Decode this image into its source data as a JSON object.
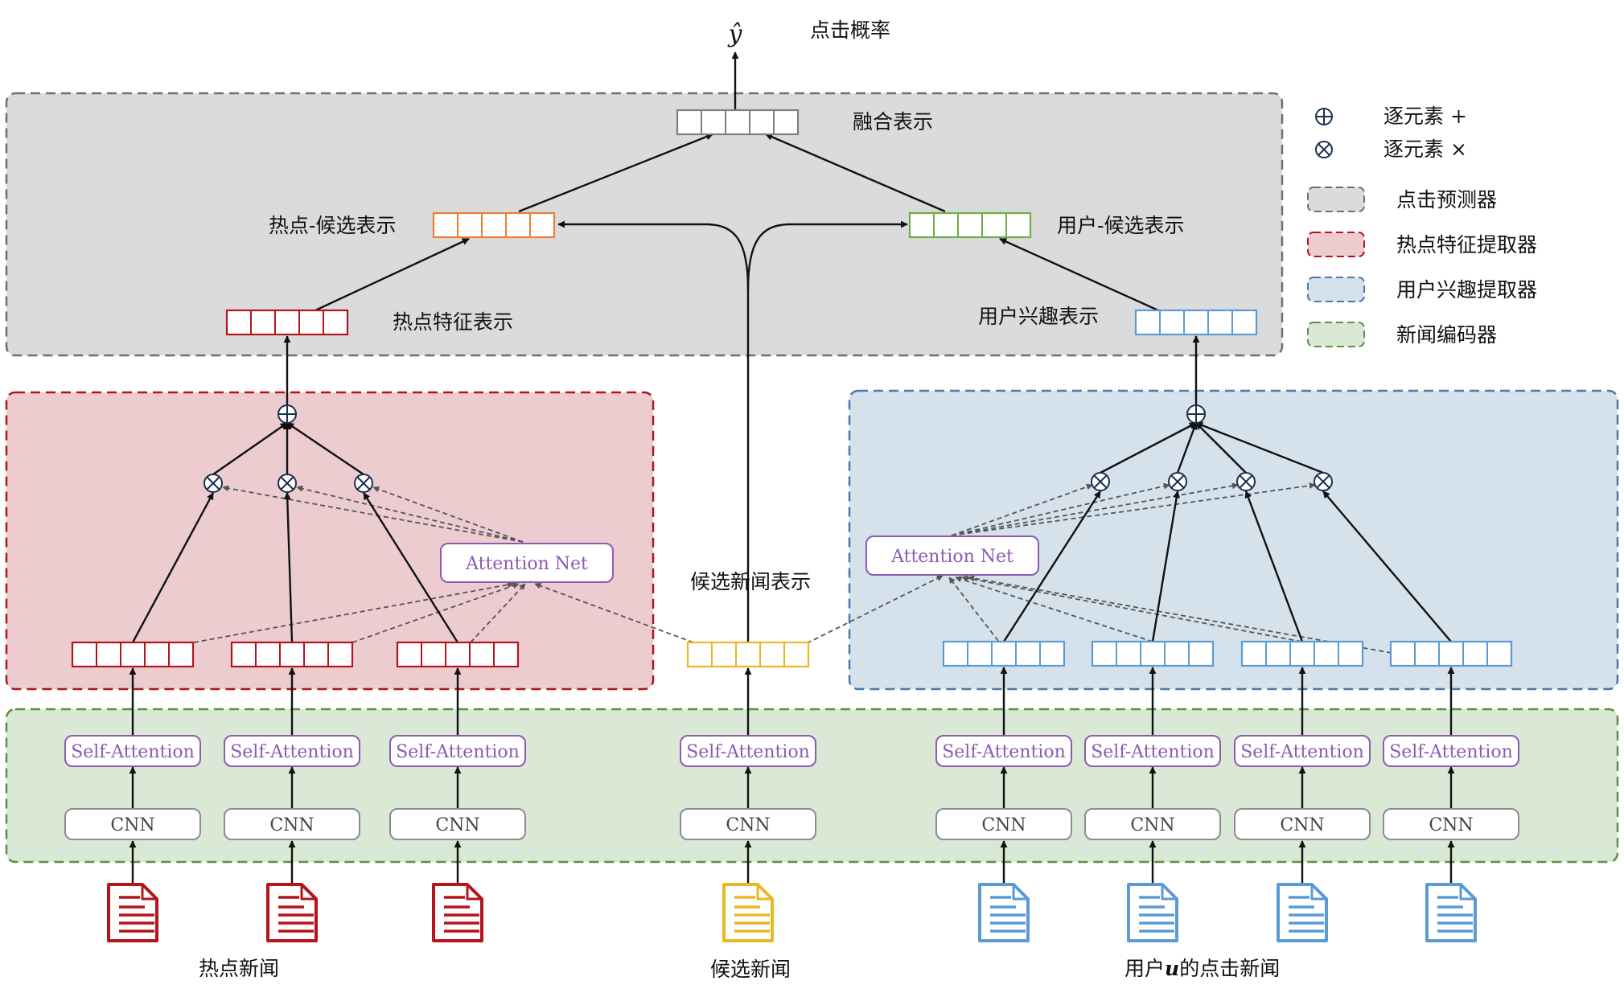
{
  "output": {
    "symbol": "ŷ",
    "label": "点击概率"
  },
  "predictor": {
    "fusion_label": "融合表示",
    "hot_candidate_label": "热点-候选表示",
    "user_candidate_label": "用户-候选表示",
    "hot_feature_label": "热点特征表示",
    "user_interest_label": "用户兴趣表示"
  },
  "hot_extractor": {
    "attention_label": "Attention Net"
  },
  "user_extractor": {
    "attention_label": "Attention Net"
  },
  "candidate": {
    "repr_label": "候选新闻表示"
  },
  "encoder": {
    "self_attention_label": "Self-Attention",
    "cnn_label": "CNN"
  },
  "bottom_labels": {
    "hot_news": "热点新闻",
    "candidate_news": "候选新闻",
    "user_news_prefix": "用户",
    "user_news_var": "u",
    "user_news_suffix": "的点击新闻"
  },
  "legend": {
    "sum": "逐元素 +",
    "product": "逐元素 ×",
    "items": [
      {
        "label": "点击预测器",
        "fill": "#d9dbdd",
        "stroke": "#6f6f6f"
      },
      {
        "label": "热点特征提取器",
        "fill": "#eccccf",
        "stroke": "#b5141c"
      },
      {
        "label": "用户兴趣提取器",
        "fill": "#d5e1eb",
        "stroke": "#4a79ad"
      },
      {
        "label": "新闻编码器",
        "fill": "#d9e9d5",
        "stroke": "#5a9242"
      }
    ]
  },
  "colors": {
    "hot": "#b5141c",
    "user": "#5b9bd5",
    "candidate": "#e8b923",
    "hot_candidate": "#ed7d31",
    "user_candidate": "#70ad47",
    "fusion": "#7f7f7f",
    "module_text": "#8e5ab2",
    "module_border": "#8e5ab2",
    "cnn_border": "#8c8c8c"
  }
}
